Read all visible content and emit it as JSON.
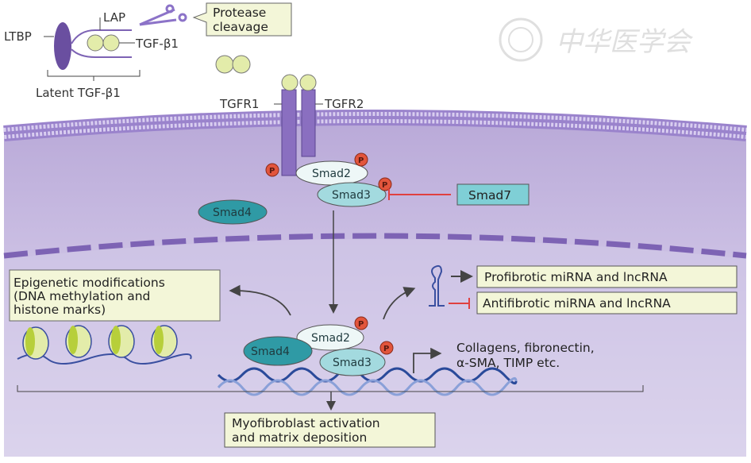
{
  "watermark": {
    "text": "中华医学会"
  },
  "extracellular": {
    "ltbp": "LTBP",
    "lap": "LAP",
    "tgfb1": "TGF-β1",
    "latent": "Latent TGF-β1",
    "protease": [
      "Protease",
      "cleavage"
    ],
    "tgfr1": "TGFR1",
    "tgfr2": "TGFR2"
  },
  "cytoplasm": {
    "smad2": "Smad2",
    "smad3": "Smad3",
    "smad4": "Smad4",
    "smad7": "Smad7",
    "phospho": "P"
  },
  "nucleus": {
    "epigenetic": [
      "Epigenetic modifications",
      "(DNA methylation and",
      "histone marks)"
    ],
    "profibrotic": "Profibrotic miRNA and lncRNA",
    "antifibrotic": "Antifibrotic miRNA and lncRNA",
    "genes": [
      "Collagens, fibronectin,",
      "α-SMA, TIMP etc."
    ],
    "outcome": [
      "Myofibroblast activation",
      "and matrix deposition"
    ]
  },
  "colors": {
    "cell": "#cbbfe3",
    "receptor": "#8a6fc0",
    "ligand": "#e3ecaa",
    "smad2": "#eef7f7",
    "smad3": "#a3dadf",
    "smad4": "#2f9aa5",
    "phospho": "#e2553c",
    "inhibit": "#e04040",
    "box": "#f3f6d8"
  }
}
